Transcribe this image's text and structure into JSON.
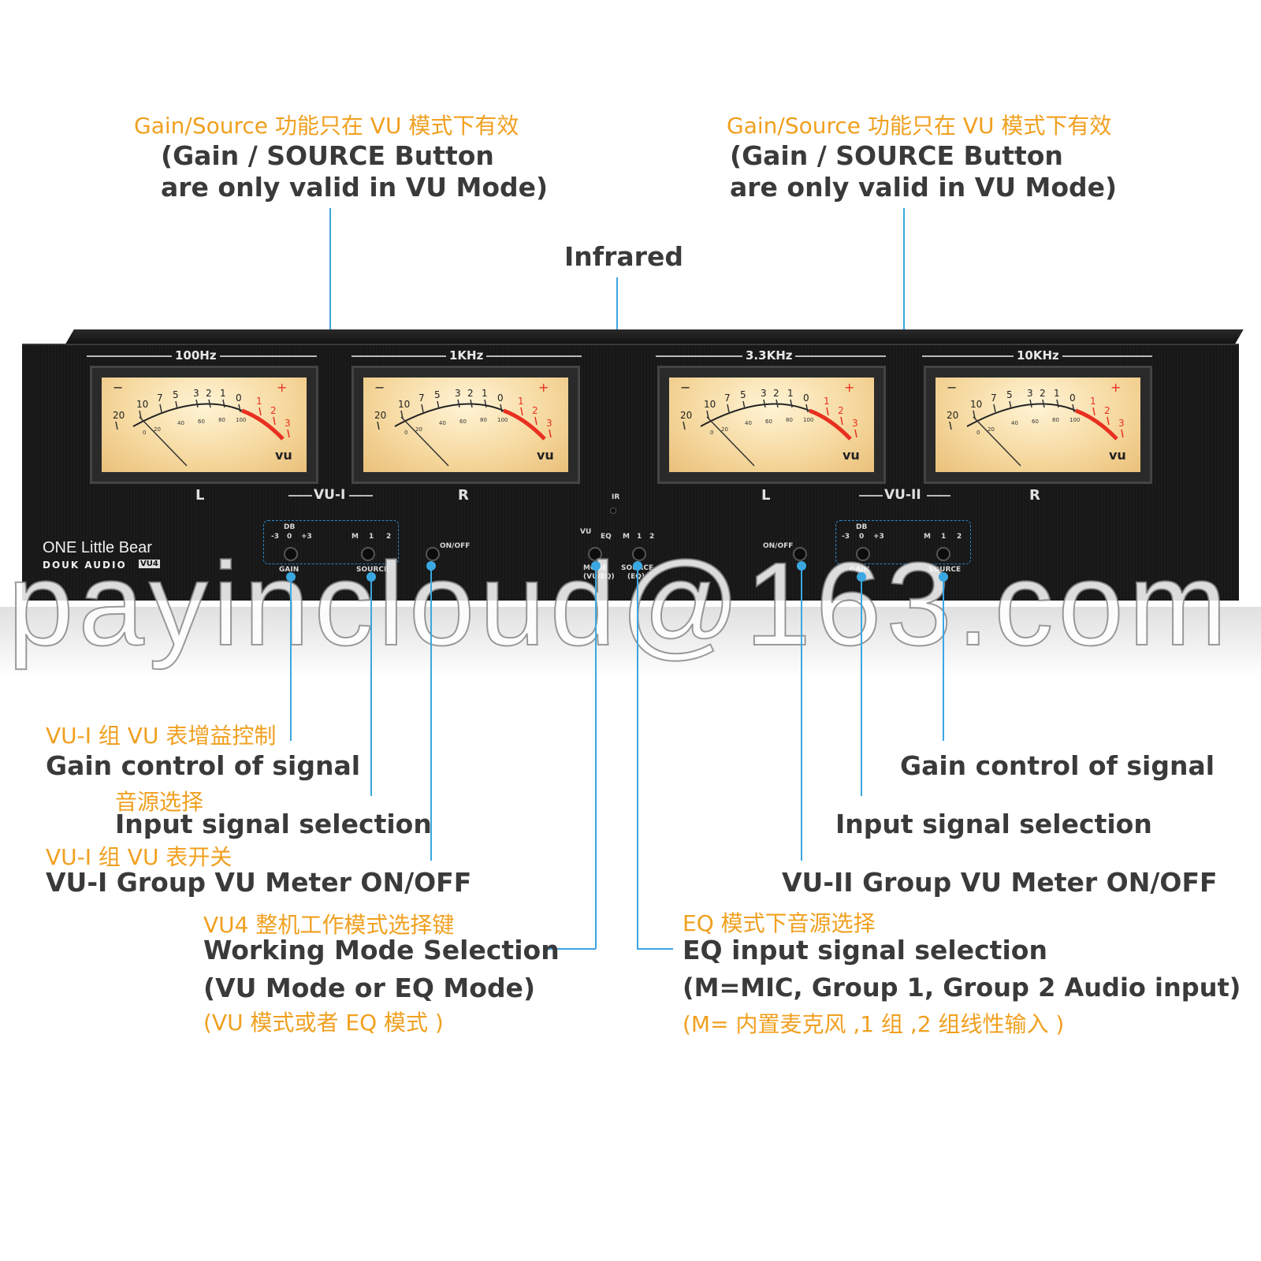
{
  "top_notes": {
    "left": {
      "cn": "Gain/Source 功能只在 VU 模式下有效",
      "en1": "(Gain / SOURCE Button",
      "en2": "are only valid in VU Mode)"
    },
    "right": {
      "cn": "Gain/Source 功能只在 VU 模式下有效",
      "en1": "(Gain / SOURCE Button",
      "en2": "are only valid in VU Mode)"
    },
    "infrared": "Infrared"
  },
  "device": {
    "brand_line1": "ONE Little Bear",
    "brand_line2": "DOUK AUDIO",
    "brand_badge": "VU4",
    "meters": [
      {
        "freq": "100Hz",
        "channel": "L"
      },
      {
        "freq": "1KHz",
        "channel": "R"
      },
      {
        "freq": "3.3KHz",
        "channel": "L"
      },
      {
        "freq": "10KHz",
        "channel": "R"
      }
    ],
    "meter_scale": {
      "minus": "−",
      "plus": "+",
      "nums": [
        "20",
        "10",
        "7",
        "5",
        "3",
        "2",
        "1",
        "0",
        "1",
        "2",
        "3"
      ],
      "pct": [
        "0",
        "20",
        "40",
        "60",
        "80",
        "100"
      ],
      "unit": "vu"
    },
    "group_vu1": "VU-I",
    "group_vu2": "VU-II",
    "ir_label": "IR",
    "db_label": "DB",
    "db_minus": "-3",
    "db_zero": "0",
    "db_plus": "+3",
    "src_m": "M",
    "src_1": "1",
    "src_2": "2",
    "gain_label": "GAIN",
    "source_label": "SOURCE",
    "onoff_label": "ON/OFF",
    "mode_vu": "VU",
    "mode_eq": "EQ",
    "mode_label": "MODE",
    "mode_sub": "(VU/EQ)",
    "source_eq_label": "SOURCE",
    "source_eq_sub": "(EQ)"
  },
  "watermark": "payincloud@163.com",
  "callouts": {
    "vu1_gain_cn": "VU-I 组 VU 表增益控制",
    "vu1_gain_en": "Gain control of signal",
    "vu1_source_cn": "音源选择",
    "vu1_source_en": "Input signal selection",
    "vu1_onoff_cn": "VU-I 组 VU 表开关",
    "vu1_onoff_en": "VU-I Group VU Meter ON/OFF",
    "mode_cn": "VU4 整机工作模式选择键",
    "mode_en1": "Working Mode Selection",
    "mode_en2": "(VU Mode or EQ Mode)",
    "mode_cn2": "(VU 模式或者 EQ 模式 )",
    "vu2_gain_en": "Gain control of signal",
    "vu2_source_en": "Input signal selection",
    "vu2_onoff_en": "VU-II Group VU Meter ON/OFF",
    "eq_cn": "EQ 模式下音源选择",
    "eq_en1": "EQ input signal selection",
    "eq_en2": "(M=MIC, Group 1, Group 2 Audio input)",
    "eq_cn2": "(M= 内置麦克风 ,1 组 ,2 组线性输入 )"
  },
  "colors": {
    "annotation_orange": "#f0a020",
    "leader_blue": "#3aa7e0",
    "meter_face": "#f5d79c",
    "meter_red": "#e83020",
    "chassis": "#161616"
  }
}
